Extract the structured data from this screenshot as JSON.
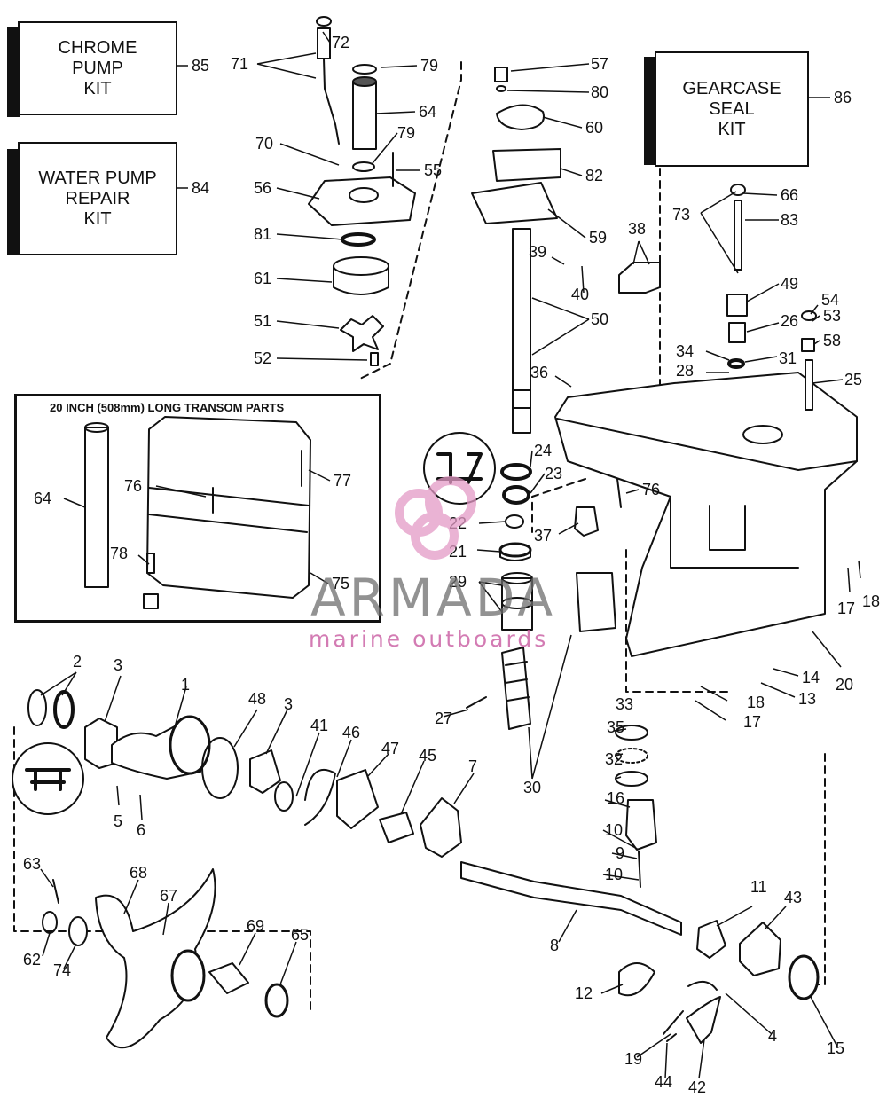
{
  "kits": {
    "chrome_pump": "CHROME\nPUMP\nKIT",
    "water_pump": "WATER PUMP\nREPAIR\nKIT",
    "gearcase_seal": "GEARCASE\nSEAL\nKIT"
  },
  "inset_title": "20 INCH (508mm) LONG TRANSOM PARTS",
  "watermark": {
    "title": "ARMADA",
    "subtitle": "marine outboards"
  },
  "callouts": {
    "c85": "85",
    "c84": "84",
    "c86": "86",
    "c71": "71",
    "c72": "72",
    "c79a": "79",
    "c64a": "64",
    "c79b": "79",
    "c70": "70",
    "c55": "55",
    "c56": "56",
    "c81": "81",
    "c61": "61",
    "c51": "51",
    "c52": "52",
    "c57": "57",
    "c80": "80",
    "c60": "60",
    "c82": "82",
    "c59": "59",
    "c39": "39",
    "c40": "40",
    "c50": "50",
    "c36": "36",
    "c38": "38",
    "c66": "66",
    "c73": "73",
    "c83": "83",
    "c49": "49",
    "c54": "54",
    "c26": "26",
    "c53": "53",
    "c58": "58",
    "c34": "34",
    "c31": "31",
    "c28": "28",
    "c25": "25",
    "c24": "24",
    "c23": "23",
    "c22": "22",
    "c21": "21",
    "c29": "29",
    "c37": "37",
    "c76a": "76",
    "c17a": "17",
    "c18a": "18",
    "c20": "20",
    "c14": "14",
    "c13": "13",
    "c18b": "18",
    "c17b": "17",
    "c64b": "64",
    "c76b": "76",
    "c77": "77",
    "c78": "78",
    "c75": "75",
    "c2": "2",
    "c3a": "3",
    "c1": "1",
    "c48": "48",
    "c3b": "3",
    "c41": "41",
    "c46": "46",
    "c47": "47",
    "c45": "45",
    "c7": "7",
    "c5": "5",
    "c6": "6",
    "c27": "27",
    "c30": "30",
    "c33": "33",
    "c35": "35",
    "c32": "32",
    "c16": "16",
    "c10a": "10",
    "c9": "9",
    "c10b": "10",
    "c8": "8",
    "c11": "11",
    "c43": "43",
    "c63": "63",
    "c68": "68",
    "c67": "67",
    "c69": "69",
    "c65": "65",
    "c62": "62",
    "c74": "74",
    "c12": "12",
    "c4": "4",
    "c15": "15",
    "c19": "19",
    "c44": "44",
    "c42": "42"
  }
}
